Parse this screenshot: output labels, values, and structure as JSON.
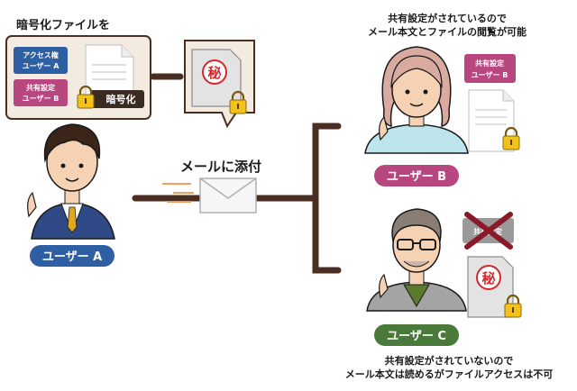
{
  "encrypt_box": {
    "title": "暗号化ファイルを",
    "access_label_line1": "アクセス権",
    "access_label_line2": "ユーザー A",
    "share_label_line1": "共有設定",
    "share_label_line2": "ユーザー B",
    "encrypt_tag": "暗号化"
  },
  "secret_mark": "秘",
  "attach_label": "メールに添付",
  "user_a": {
    "label": "ユーザー A",
    "color": "#2f5fa3"
  },
  "user_b": {
    "label": "ユーザー B",
    "color": "#b8467f",
    "note_line1": "共有設定がされているので",
    "note_line2": "メール本文とファイルの閲覧が可能",
    "share_line1": "共有設定",
    "share_line2": "ユーザー B"
  },
  "user_c": {
    "label": "ユーザー C",
    "color": "#4a7a3a",
    "note_line1": "共有設定がされていないので",
    "note_line2": "メール本文は読めるがファイルアクセスは不可",
    "crossed_label": "共有設定"
  },
  "colors": {
    "line": "#4a2e22",
    "box_bg": "#f3ebe0",
    "lock": "#f2c21b",
    "stamp": "#d9262b"
  }
}
